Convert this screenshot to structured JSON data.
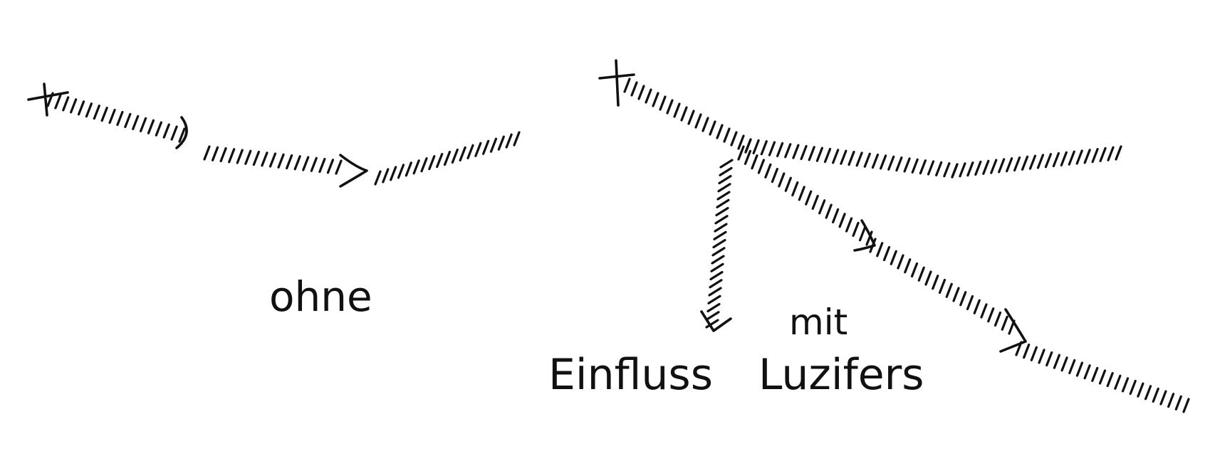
{
  "labels": {
    "left_caption": "ohne",
    "right_caption_top": "mit",
    "right_caption_bottom_left": "Einfluss",
    "right_caption_bottom_right": "Luzifers"
  },
  "colors": {
    "ink": "#111111",
    "background": "#ffffff"
  }
}
